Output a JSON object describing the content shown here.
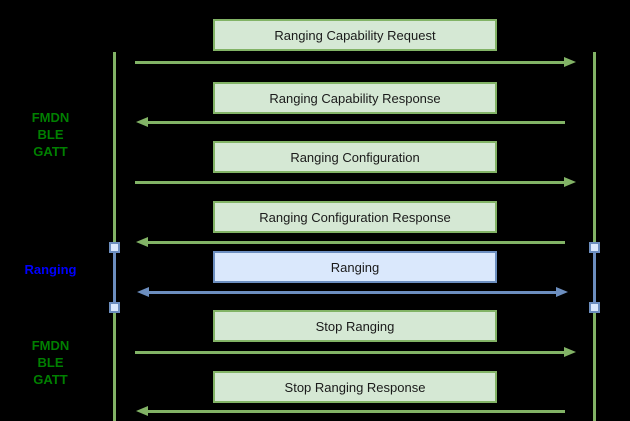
{
  "diagram_type": "sequence-diagram",
  "side_labels": [
    {
      "id": "fmdn-ble-gatt-top",
      "lines": [
        "FMDN",
        "BLE",
        "GATT"
      ],
      "color": "#008000"
    },
    {
      "id": "ranging",
      "lines": [
        "Ranging"
      ],
      "color": "#0000ff"
    },
    {
      "id": "fmdn-ble-gatt-bottom",
      "lines": [
        "FMDN",
        "BLE",
        "GATT"
      ],
      "color": "#008000"
    }
  ],
  "messages": [
    {
      "label": "Ranging Capability Request",
      "direction": "right",
      "style": "green"
    },
    {
      "label": "Ranging Capability Response",
      "direction": "left",
      "style": "green"
    },
    {
      "label": "Ranging Configuration",
      "direction": "right",
      "style": "green"
    },
    {
      "label": "Ranging Configuration Response",
      "direction": "left",
      "style": "green"
    },
    {
      "label": "Ranging",
      "direction": "both",
      "style": "blue"
    },
    {
      "label": "Stop Ranging",
      "direction": "right",
      "style": "green"
    },
    {
      "label": "Stop Ranging Response",
      "direction": "left",
      "style": "green"
    }
  ],
  "colors": {
    "background": "#000000",
    "green_box_fill": "#d5e8d4",
    "green_stroke": "#82b366",
    "blue_box_fill": "#dae8fc",
    "blue_stroke": "#6c8ebf",
    "green_label_text": "#008000",
    "blue_label_text": "#0000ff",
    "box_text": "#1a1a1a"
  }
}
